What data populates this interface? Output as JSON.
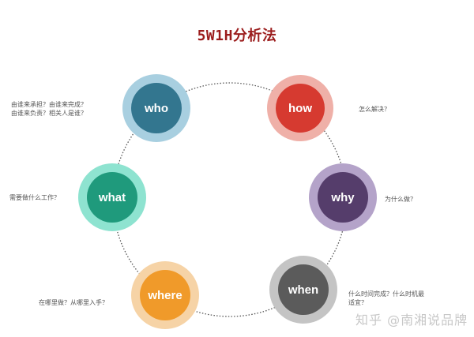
{
  "title": "5W1H分析法",
  "nodes": {
    "who": {
      "label": "who",
      "desc": [
        "由谁来承担？由谁来完成？",
        "由谁来负责？相关人是谁？"
      ],
      "outer": "#a8cfe0",
      "inner": "#33768f"
    },
    "how": {
      "label": "how",
      "desc": [
        "怎么解决？"
      ],
      "outer": "#efb0a8",
      "inner": "#d63a30"
    },
    "what": {
      "label": "what",
      "desc": [
        "需要做什么工作？"
      ],
      "outer": "#8ee3d0",
      "inner": "#1f9a7c"
    },
    "why": {
      "label": "why",
      "desc": [
        "为什么做？"
      ],
      "outer": "#b4a3c9",
      "inner": "#553d6b"
    },
    "where": {
      "label": "where",
      "desc": [
        "在哪里做？从哪里入手？"
      ],
      "outer": "#f6d3a6",
      "inner": "#f09a2a"
    },
    "when": {
      "label": "when",
      "desc": [
        "什么时间完成？什么时机最",
        "适宜？"
      ],
      "outer": "#c4c4c4",
      "inner": "#5b5b5b"
    }
  },
  "watermark": "知乎 @南湘说品牌"
}
